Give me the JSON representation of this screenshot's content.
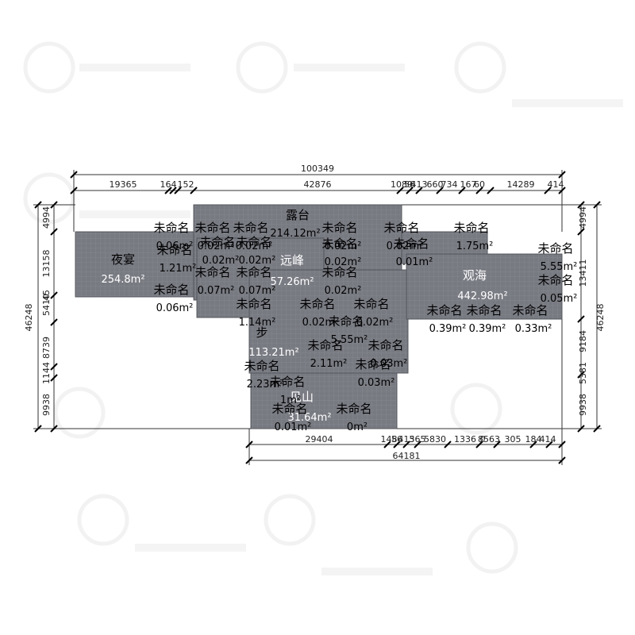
{
  "plan": {
    "rooms": [
      {
        "name": "露台",
        "area": "214.12m²"
      },
      {
        "name": "夜宴",
        "area": "254.8m²"
      },
      {
        "name": "远峰",
        "area": "57.26m²"
      },
      {
        "name": "观海",
        "area": "442.98m²"
      },
      {
        "name": "步",
        "area": "113.21m²"
      },
      {
        "name": "见山",
        "area": "31.64m²"
      }
    ],
    "unnamed_labels": [
      {
        "name": "未命名",
        "area": "0.06m²"
      },
      {
        "name": "未命名",
        "area": "0.02m²"
      },
      {
        "name": "未命名",
        "area": "0.02m²"
      },
      {
        "name": "未命名",
        "area": "0.02m²"
      },
      {
        "name": "未命名",
        "area": "0.02m²"
      },
      {
        "name": "未命名",
        "area": "1.75m²"
      },
      {
        "name": "未命名",
        "area": "5.55m²"
      },
      {
        "name": "未命名",
        "area": "1.21m²"
      },
      {
        "name": "未命名",
        "area": "0.02m²"
      },
      {
        "name": "未命名",
        "area": "0.02m²"
      },
      {
        "name": "未命名",
        "area": "0.02m²"
      },
      {
        "name": "未命名",
        "area": "0.01m²"
      },
      {
        "name": "未命名",
        "area": "0.06m²"
      },
      {
        "name": "未命名",
        "area": "0.07m²"
      },
      {
        "name": "未命名",
        "area": "0.07m²"
      },
      {
        "name": "未命名",
        "area": "0.02m²"
      },
      {
        "name": "未命名",
        "area": "1.14m²"
      },
      {
        "name": "未命名",
        "area": "0.02m²"
      },
      {
        "name": "未命名",
        "area": "0.02m²"
      },
      {
        "name": "未命名",
        "area": "0.03m²"
      },
      {
        "name": "未命名",
        "area": "0.39m²"
      },
      {
        "name": "未命名",
        "area": "0.39m²"
      },
      {
        "name": "未命名",
        "area": "0.33m²"
      },
      {
        "name": "未命名",
        "area": "0.05m²"
      },
      {
        "name": "未命名",
        "area": "5.55m²"
      },
      {
        "name": "未命名",
        "area": "2.11m²"
      },
      {
        "name": "未命名",
        "area": "0.03m²"
      },
      {
        "name": "未命名",
        "area": "2.23m²"
      },
      {
        "name": "未命名",
        "area": "1m²"
      },
      {
        "name": "未命名",
        "area": "0.01m²"
      },
      {
        "name": "未命名",
        "area": "0m²"
      }
    ]
  },
  "dimensions": {
    "top_total": "100349",
    "top_segments": [
      "19365",
      "164",
      "152",
      "42876",
      "1089",
      "56",
      "413",
      "660",
      "734",
      "167",
      "60",
      "14289",
      "414"
    ],
    "bottom_total": "64181",
    "bottom_segments": [
      "29404",
      "148",
      "56",
      "413",
      "565",
      "5830",
      "1336",
      "0",
      "8563",
      "305",
      "184",
      "414"
    ],
    "left_total": "46248",
    "left_segments": [
      "4994",
      "13158",
      "5410",
      "45",
      "8739",
      "1144",
      "9938"
    ],
    "right_total": "46248",
    "right_segments": [
      "4994",
      "13411",
      "9184",
      "5381",
      "9938"
    ]
  }
}
